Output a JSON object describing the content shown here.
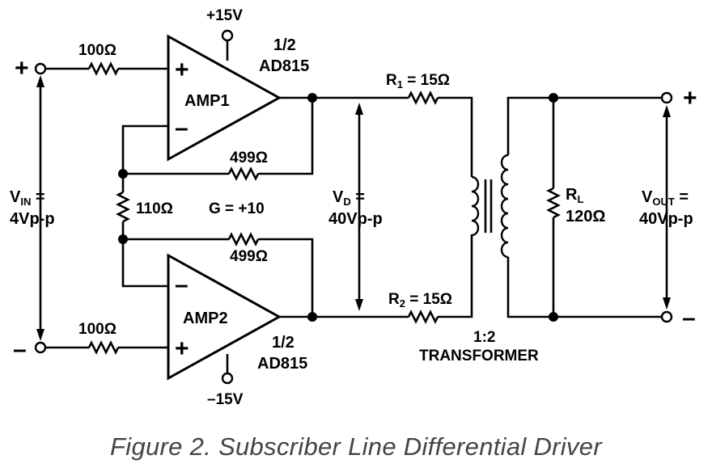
{
  "amp1": {
    "name": "AMP1",
    "half": "1/2",
    "part": "AD815",
    "plus": "+",
    "minus": "–"
  },
  "amp2": {
    "name": "AMP2",
    "half": "1/2",
    "part": "AD815",
    "plus": "+",
    "minus": "–"
  },
  "supply": {
    "pos": "+15V",
    "neg": "–15V"
  },
  "resistors": {
    "rin1": "100Ω",
    "rin2": "100Ω",
    "rf1": "499Ω",
    "rf2": "499Ω",
    "rg": "110Ω",
    "r1_main": "R",
    "r1_sub": "1",
    "r1_val": " = 15Ω",
    "r2_main": "R",
    "r2_sub": "2",
    "r2_val": " = 15Ω",
    "rl_main": "R",
    "rl_sub": "L",
    "rl_val": "120Ω"
  },
  "gain": "G = +10",
  "vin": {
    "main": "V",
    "sub": "IN",
    "eq": " =",
    "value": "4Vp-p"
  },
  "vd": {
    "main": "V",
    "sub": "D",
    "eq": " =",
    "value": "40Vp-p"
  },
  "vout": {
    "main": "V",
    "sub": "OUT",
    "eq": " =",
    "value": "40Vp-p"
  },
  "terminals": {
    "in_plus": "+",
    "in_minus": "–",
    "out_plus": "+",
    "out_minus": "–"
  },
  "transformer": {
    "ratio": "1:2",
    "label": "TRANSFORMER"
  },
  "caption": "Figure 2. Subscriber Line Differential Driver"
}
